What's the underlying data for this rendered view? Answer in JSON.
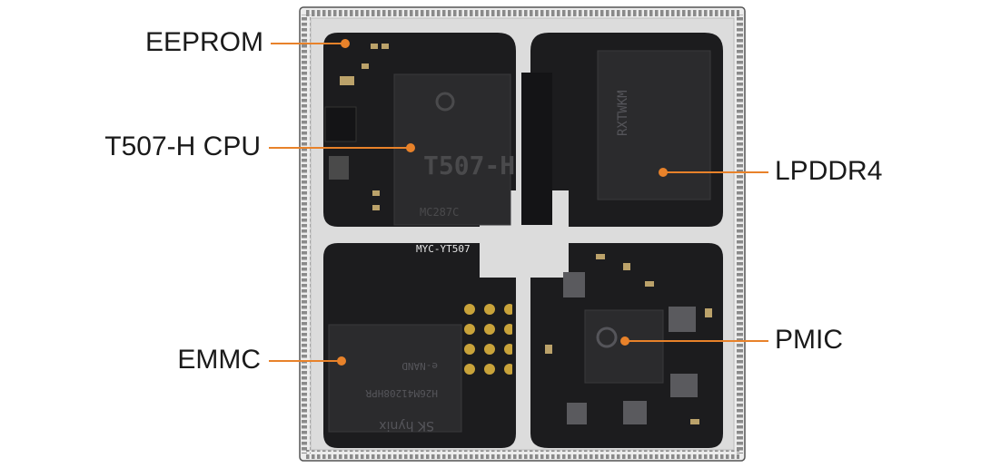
{
  "labels": {
    "eeprom": "EEPROM",
    "cpu": "T507-H CPU",
    "emmc": "EMMC",
    "lpddr": "LPDDR4",
    "pmic": "PMIC"
  },
  "chips": {
    "cpu_text": "T507-H",
    "cpu_subtext": "MC287C",
    "board_text": "MYC-YT507",
    "lpddr_text": "RXTWKM",
    "emmc_brand": "SK hynix",
    "emmc_text": "H26M41208HPR",
    "emmc_sub": "e-NAND"
  },
  "colors": {
    "leader": "#e8822a",
    "pcb": "#1c1c1e",
    "shield": "#d9d9d9",
    "pad": "#c9a33a"
  }
}
